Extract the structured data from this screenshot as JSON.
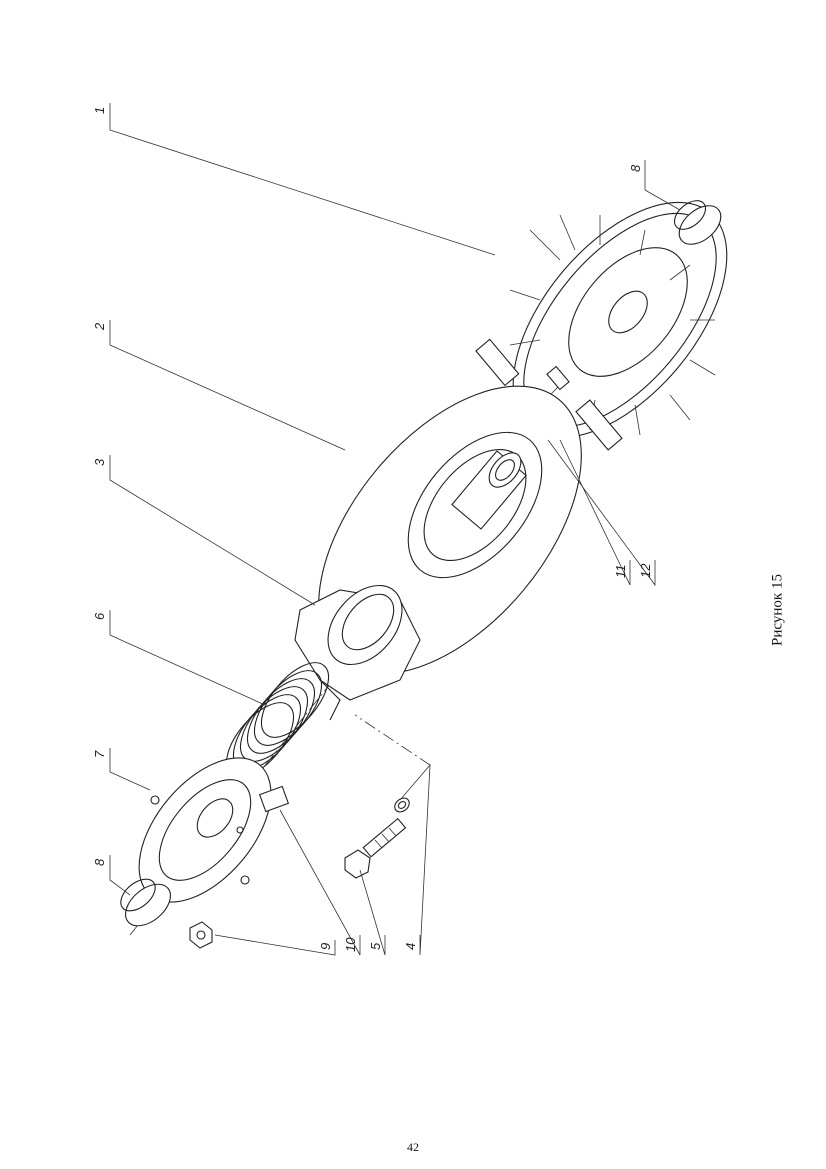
{
  "callouts": [
    "1",
    "2",
    "3",
    "6",
    "7",
    "8",
    "8",
    "9",
    "10",
    "5",
    "4",
    "11",
    "12"
  ],
  "caption": "Рисунок 15",
  "page_number": "42"
}
